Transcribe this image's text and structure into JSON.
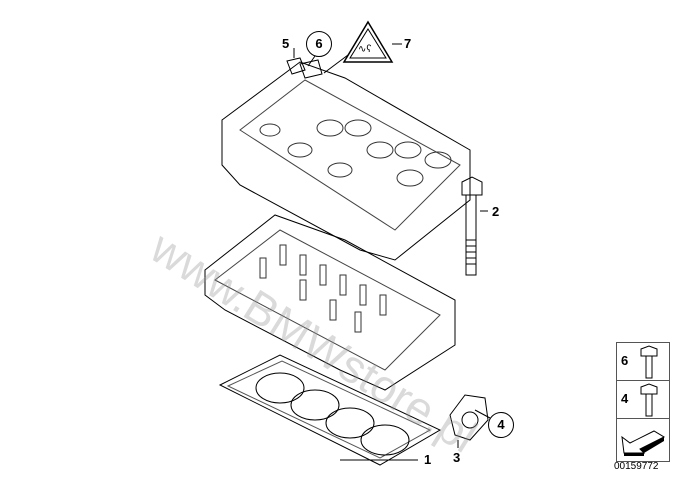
{
  "watermark": "www.BMWstore.pl",
  "callouts": {
    "p1": "1",
    "p2": "2",
    "p3": "3",
    "p4": "4",
    "p5": "5",
    "p6": "6",
    "p7": "7"
  },
  "legend": {
    "items": [
      "6",
      "4"
    ],
    "arrow_icon": "arrow-icon"
  },
  "diagram_code": "00159772"
}
